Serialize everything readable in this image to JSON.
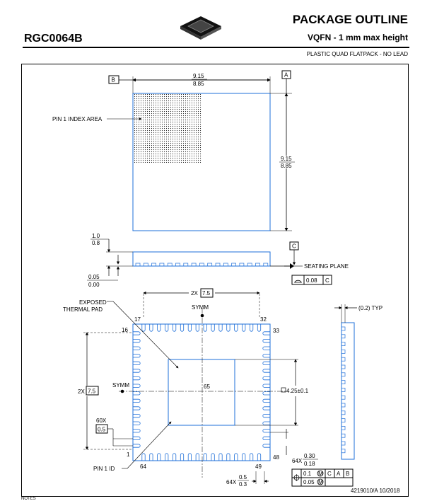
{
  "header": {
    "part_id": "RGC0064B",
    "title": "PACKAGE OUTLINE",
    "subtitle": "VQFN - 1 mm max height",
    "package_type": "PLASTIC QUAD FLATPACK - NO LEAD"
  },
  "top_view": {
    "datum_b": "B",
    "datum_a": "A",
    "width_max": "9.15",
    "width_min": "8.85",
    "height_max": "9.15",
    "height_min": "8.85",
    "pin1_index_label": "PIN 1 INDEX AREA"
  },
  "side_view": {
    "thickness_max": "1.0",
    "thickness_min": "0.8",
    "standoff_max": "0.05",
    "standoff_min": "0.00",
    "datum_c": "C",
    "seating_plane_label": "SEATING PLANE",
    "flatness_value": "0.08",
    "flatness_datum": "C"
  },
  "bottom_view": {
    "pitch_count": "2X",
    "pitch_value": "7.5",
    "pitch_count_left": "2X",
    "pitch_value_left": "7.5",
    "exposed_pad_label": "EXPOSED\nTHERMAL PAD",
    "symm_top": "SYMM",
    "symm_left": "SYMM",
    "pin_17": "17",
    "pin_32": "32",
    "pin_16": "16",
    "pin_33": "33",
    "pin_1": "1",
    "pin_48": "48",
    "pin_64": "64",
    "pin_49": "49",
    "pad_number": "65",
    "pad_size": "4.25±0.1",
    "count_60x": "60X",
    "val_05": "0.5",
    "pin1_id_label": "PIN 1 ID",
    "lead_count_a": "64X",
    "lead_len_max": "0.30",
    "lead_len_min": "0.18",
    "lead_count_b": "64X",
    "lead_w_max": "0.5",
    "lead_w_min": "0.3",
    "tol_1": "0.1",
    "tol_1_datums": [
      "C",
      "A",
      "B"
    ],
    "tol_2": "0.05",
    "typ_label": "(0.2) TYP"
  },
  "footer": {
    "doc_number": "4219010/A  10/2018",
    "notes_label": "NOTES"
  }
}
